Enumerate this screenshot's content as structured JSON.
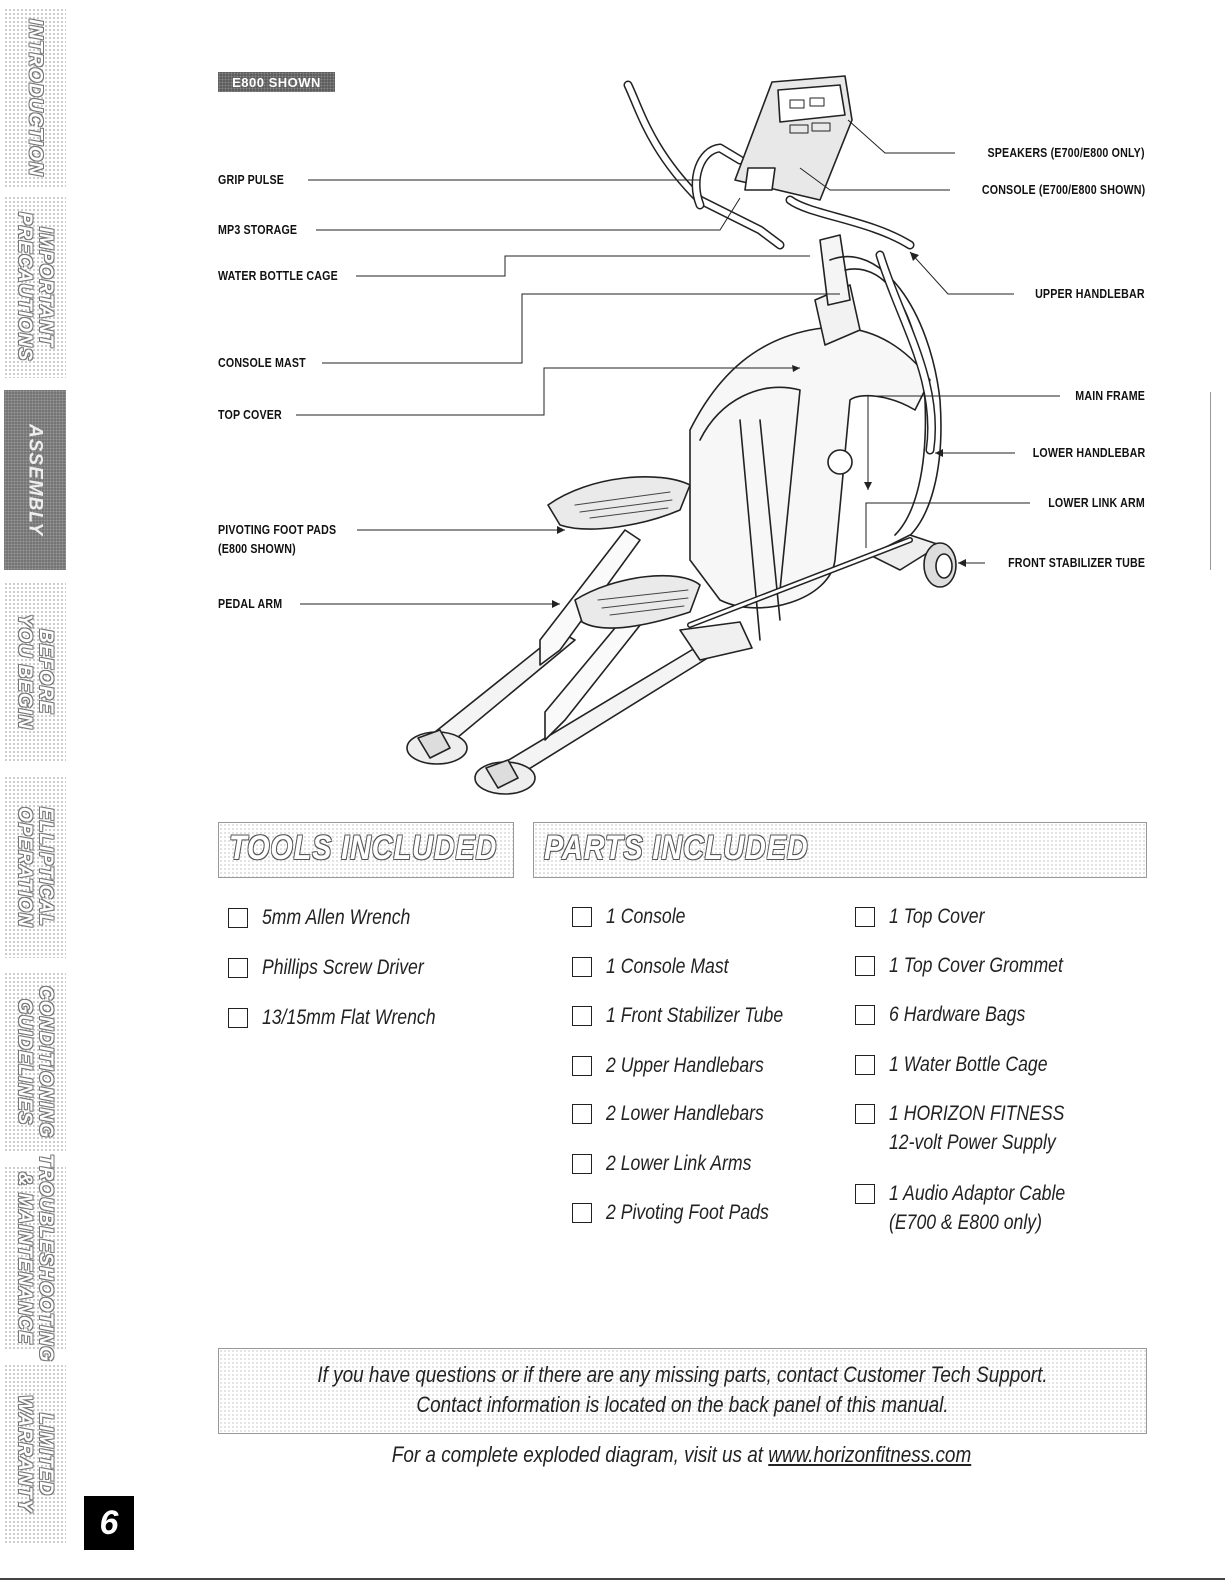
{
  "sidebar": {
    "tabs": [
      {
        "label": "INTRODUCTION",
        "active": false
      },
      {
        "label": "IMPORTANT\nPRECAUTIONS",
        "active": false
      },
      {
        "label": "ASSEMBLY",
        "active": true
      },
      {
        "label": "BEFORE\nYOU BEGIN",
        "active": false
      },
      {
        "label": "ELLIPTICAL\nOPERATION",
        "active": false
      },
      {
        "label": "CONDITIONING\nGUIDELINES",
        "active": false
      },
      {
        "label": "TROUBLESHOOTING\n& MAINTENANCE",
        "active": false
      },
      {
        "label": "LIMITED\nWARRANTY",
        "active": false
      }
    ]
  },
  "page_number": "6",
  "diagram": {
    "model_badge": "E800 SHOWN",
    "left_callouts": [
      "GRIP PULSE",
      "MP3 STORAGE",
      "WATER BOTTLE CAGE",
      "CONSOLE MAST",
      "TOP COVER",
      "PIVOTING FOOT PADS",
      "(E800 SHOWN)",
      "PEDAL ARM"
    ],
    "right_callouts": [
      "SPEAKERS (E700/E800 ONLY)",
      "CONSOLE (E700/E800 SHOWN)",
      "UPPER HANDLEBAR",
      "MAIN FRAME",
      "LOWER HANDLEBAR",
      "LOWER LINK ARM",
      "FRONT STABILIZER TUBE"
    ]
  },
  "tools": {
    "header": "TOOLS INCLUDED",
    "items": [
      "5mm Allen Wrench",
      "Phillips Screw Driver",
      "13/15mm Flat Wrench"
    ]
  },
  "parts": {
    "header": "PARTS INCLUDED",
    "column1": [
      "1 Console",
      "1 Console Mast",
      "1 Front Stabilizer Tube",
      "2 Upper Handlebars",
      "2 Lower Handlebars",
      "2 Lower Link Arms",
      "2 Pivoting Foot Pads"
    ],
    "column2": [
      {
        "line1": "1 Top Cover",
        "line2": ""
      },
      {
        "line1": "1 Top Cover Grommet",
        "line2": ""
      },
      {
        "line1": "6 Hardware Bags",
        "line2": ""
      },
      {
        "line1": "1 Water Bottle Cage",
        "line2": ""
      },
      {
        "line1": "1 HORIZON FITNESS",
        "line2": "12-volt Power Supply"
      },
      {
        "line1": "1 Audio Adaptor Cable",
        "line2": "(E700 & E800 only)"
      }
    ]
  },
  "notice": {
    "line1": "If you have questions or if there are any missing parts, contact Customer Tech Support.",
    "line2": "Contact information is located on the back panel of this manual."
  },
  "footer": {
    "prefix": "For a complete exploded diagram, visit us at ",
    "link": "www.horizonfitness.com"
  }
}
